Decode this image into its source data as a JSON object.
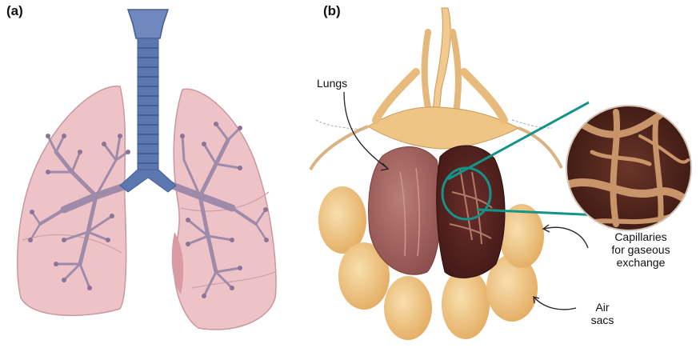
{
  "panels": {
    "a": {
      "label": "(a)"
    },
    "b": {
      "label": "(b)"
    }
  },
  "callouts": {
    "lungs": "Lungs",
    "capillaries": [
      "Capillaries",
      "for gaseous",
      "exchange"
    ],
    "air_sacs": [
      "Air",
      "sacs"
    ]
  },
  "colors": {
    "trachea_blue": "#5b77b0",
    "human_lung_pink": "#eec3c8",
    "bronchi_purple": "#9f8aa9",
    "bird_lung_brown": "#a0625f",
    "air_sac_orange": "#edb873",
    "callout_teal": "#14938a",
    "capillary_dark": "#5a2a20"
  },
  "icons": [
    "human-lungs-illustration",
    "bird-respiratory-system-illustration",
    "magnified-capillaries-illustration"
  ]
}
